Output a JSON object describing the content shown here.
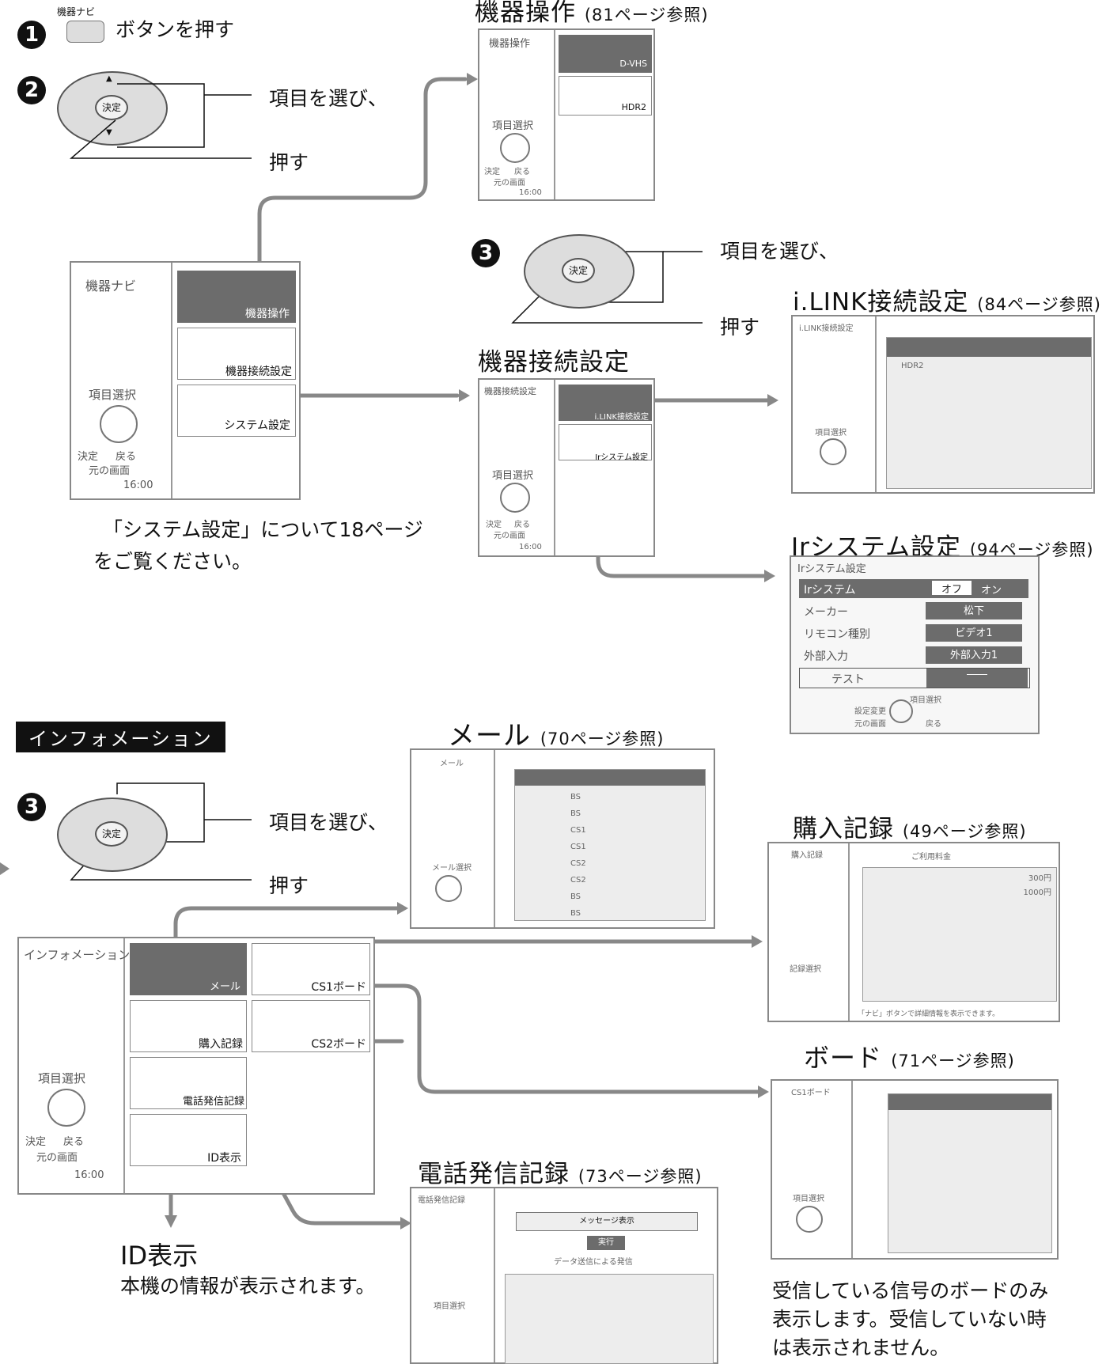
{
  "step1": {
    "num": "❶",
    "key_label": "機器ナビ",
    "text": "ボタンを押す"
  },
  "step2": {
    "num": "❷",
    "ok": "決定",
    "select": "項目を選び、",
    "press": "押す"
  },
  "step3a": {
    "num": "❸",
    "ok": "決定",
    "select": "項目を選び、",
    "press": "押す"
  },
  "step3b": {
    "num": "❸",
    "ok": "決定",
    "select": "項目を選び、",
    "press": "押す"
  },
  "kiki_sousa": {
    "title": "機器操作",
    "ref": "(81ページ参照)",
    "panel_title": "機器操作",
    "item1": "D-VHS",
    "item2": "HDR2",
    "nav": "項目選択",
    "enter": "決定",
    "back": "戻る",
    "orig": "元の画面",
    "time": "16:00"
  },
  "main_nav": {
    "title": "機器ナビ",
    "item1": "機器操作",
    "item2": "機器接続設定",
    "item3": "システム設定",
    "nav": "項目選択",
    "enter": "決定",
    "back": "戻る",
    "orig": "元の画面",
    "time": "16:00"
  },
  "note_system": {
    "line1": "「システム設定」について18ページ",
    "line2": "をご覧ください。"
  },
  "kiki_setsuzoku": {
    "title": "機器接続設定",
    "panel_title": "機器接続設定",
    "item1": "i.LINK接続設定",
    "item2": "Irシステム設定",
    "nav": "項目選択",
    "enter": "決定",
    "back": "戻る",
    "orig": "元の画面",
    "time": "16:00"
  },
  "ilink": {
    "title": "i.LINK接続設定",
    "ref": "(84ページ参照)",
    "panel_title": "i.LINK接続設定",
    "row_value": "HDR2",
    "nav": "項目選択"
  },
  "ir": {
    "title": "Irシステム設定",
    "ref": "(94ページ参照)",
    "panel_title": "Irシステム設定",
    "rows": [
      {
        "label": "Irシステム",
        "v1": "オフ",
        "v2": "オン"
      },
      {
        "label": "メーカー",
        "value": "松下"
      },
      {
        "label": "リモコン種別",
        "value": "ビデオ1"
      },
      {
        "label": "外部入力",
        "value": "外部入力1"
      },
      {
        "label": "テスト",
        "value": "――"
      }
    ],
    "footer1": "項目選択",
    "footer2": "設定変更",
    "footer3": "元の画面",
    "footer4": "戻る"
  },
  "info_label": "インフォメーション",
  "mail": {
    "title": "メール",
    "ref": "(70ページ参照)",
    "panel_title": "メール",
    "nav": "メール選択",
    "rows": [
      "BS",
      "BS",
      "CS1",
      "CS1",
      "CS2",
      "CS2",
      "BS",
      "BS"
    ]
  },
  "kounyuu": {
    "title": "購入記録",
    "ref": "(49ページ参照)",
    "panel_title": "購入記録",
    "header": "ご利用料金",
    "nav": "記録選択",
    "footer": "「ナビ」ボタンで詳細情報を表示できます。",
    "price1": "300円",
    "price2": "1000円"
  },
  "board": {
    "title": "ボード",
    "ref": "(71ページ参照)",
    "panel_title": "CS1ボード",
    "nav": "項目選択",
    "note1": "受信している信号のボードのみ",
    "note2": "表示します。受信していない時",
    "note3": "は表示されません。"
  },
  "info_nav": {
    "title": "インフォメーション",
    "item1": "メール",
    "item2": "CS1ボード",
    "item3": "購入記録",
    "item4": "CS2ボード",
    "item5": "電話発信記録",
    "item6": "ID表示",
    "nav": "項目選択",
    "enter": "決定",
    "back": "戻る",
    "orig": "元の画面",
    "time": "16:00"
  },
  "denwa": {
    "title": "電話発信記録",
    "ref": "(73ページ参照)",
    "panel_title": "電話発信記録",
    "msg": "メッセージ表示",
    "btn": "実行",
    "sub": "データ送信による発信",
    "nav": "項目選択"
  },
  "id": {
    "title": "ID表示",
    "desc": "本機の情報が表示されます。"
  }
}
